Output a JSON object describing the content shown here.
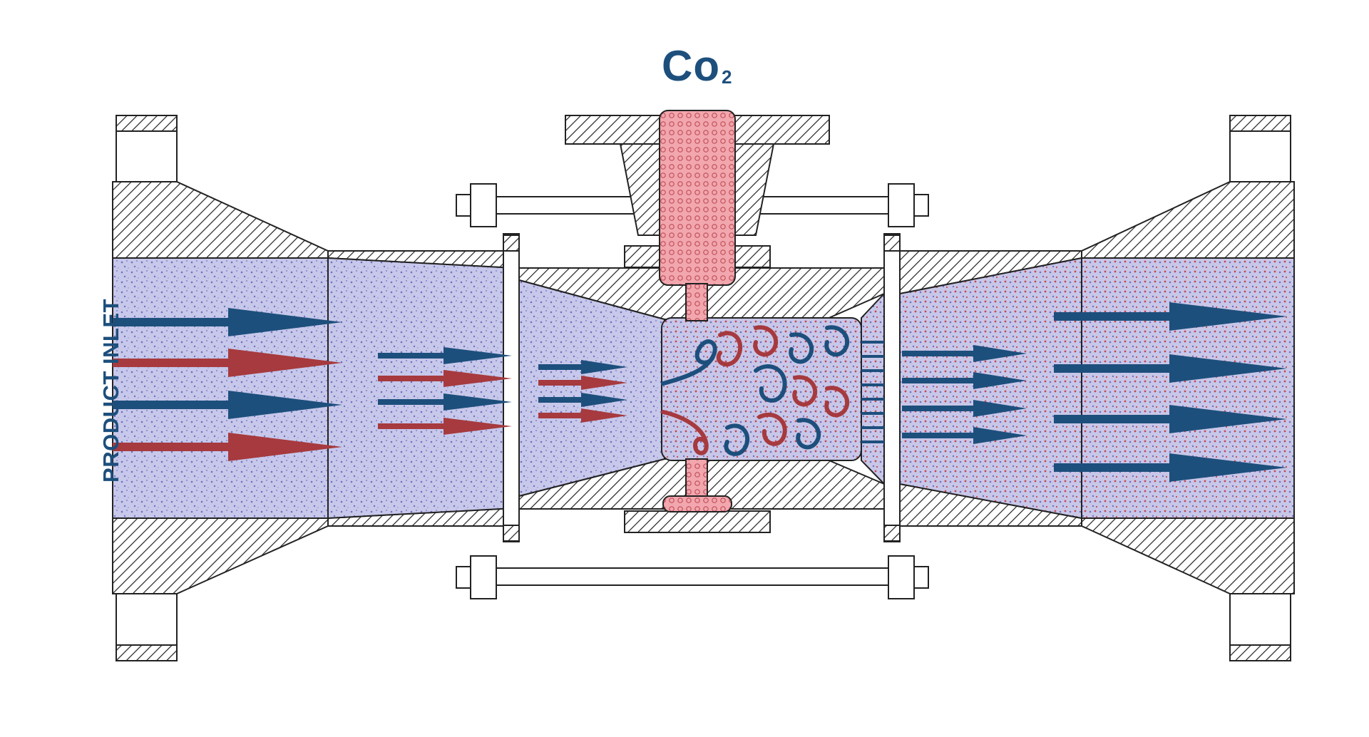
{
  "diagram": {
    "gas_label": "Co",
    "gas_label_subscript": "2",
    "inlet_label": "PRODUCT INLET"
  },
  "colors": {
    "blue": "#1d4f7c",
    "red": "#a63a3e",
    "fluid": "#c5c5e8",
    "gas": "#f0a5ac",
    "outline": "#222222"
  }
}
